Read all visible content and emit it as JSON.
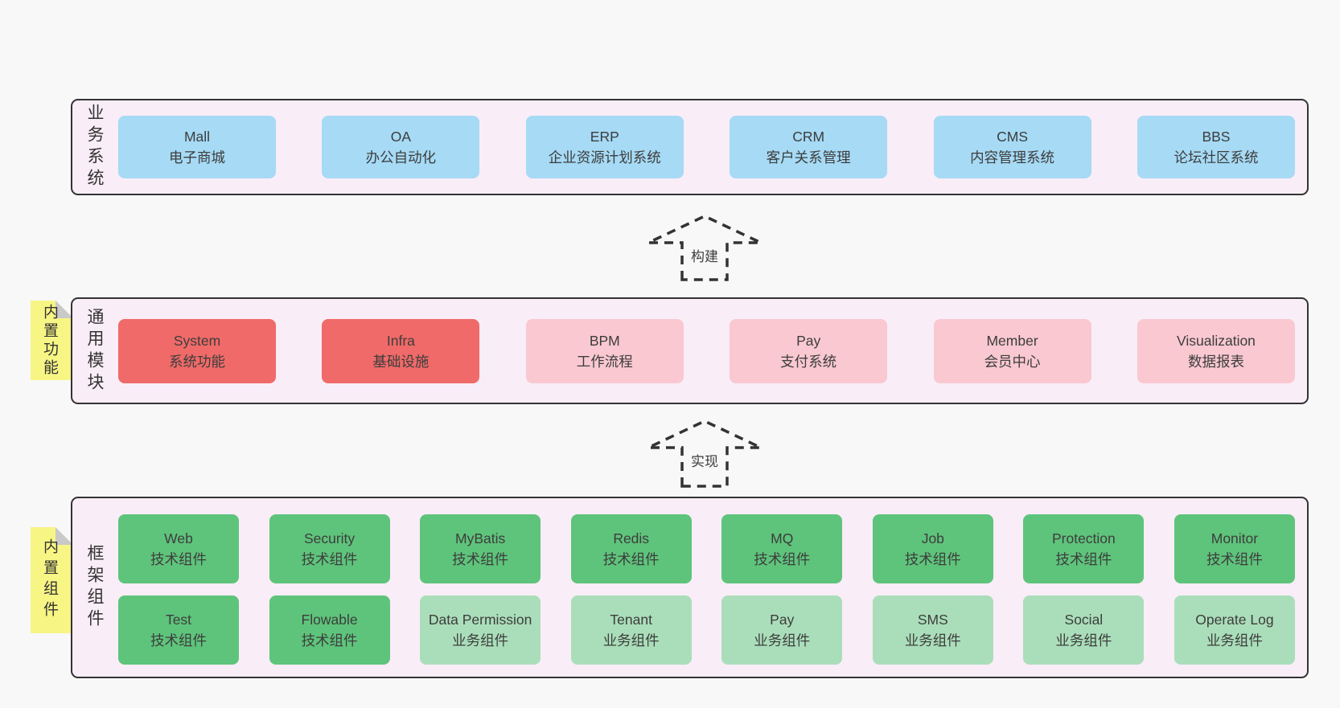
{
  "colors": {
    "page-bg": "#f8f8f8",
    "panel-bg": "#f9edf7",
    "panel-border": "#333333",
    "box-blue": "#a6daf5",
    "box-red": "#ef6a68",
    "box-pink": "#f9c8d1",
    "box-green-dark": "#5ec47b",
    "box-green-light": "#aadeba",
    "sticky-yellow": "#f7f584",
    "sticky-fold": "#c9c9c9",
    "text": "#3d3d3d"
  },
  "arrows": [
    {
      "label": "构建"
    },
    {
      "label": "实现"
    }
  ],
  "sections": {
    "business": {
      "label": "业务系统",
      "boxes": [
        {
          "title": "Mall",
          "subtitle": "电子商城",
          "variant": "blue"
        },
        {
          "title": "OA",
          "subtitle": "办公自动化",
          "variant": "blue"
        },
        {
          "title": "ERP",
          "subtitle": "企业资源计划系统",
          "variant": "blue"
        },
        {
          "title": "CRM",
          "subtitle": "客户关系管理",
          "variant": "blue"
        },
        {
          "title": "CMS",
          "subtitle": "内容管理系统",
          "variant": "blue"
        },
        {
          "title": "BBS",
          "subtitle": "论坛社区系统",
          "variant": "blue"
        }
      ]
    },
    "modules": {
      "label": "通用模块",
      "tab": "内置功能",
      "boxes": [
        {
          "title": "System",
          "subtitle": "系统功能",
          "variant": "red"
        },
        {
          "title": "Infra",
          "subtitle": "基础设施",
          "variant": "red"
        },
        {
          "title": "BPM",
          "subtitle": "工作流程",
          "variant": "pink"
        },
        {
          "title": "Pay",
          "subtitle": "支付系统",
          "variant": "pink"
        },
        {
          "title": "Member",
          "subtitle": "会员中心",
          "variant": "pink"
        },
        {
          "title": "Visualization",
          "subtitle": "数据报表",
          "variant": "pink"
        }
      ]
    },
    "components": {
      "label": "框架组件",
      "tab": "内置组件",
      "rows": [
        [
          {
            "title": "Web",
            "subtitle": "技术组件",
            "variant": "green-dark"
          },
          {
            "title": "Security",
            "subtitle": "技术组件",
            "variant": "green-dark"
          },
          {
            "title": "MyBatis",
            "subtitle": "技术组件",
            "variant": "green-dark"
          },
          {
            "title": "Redis",
            "subtitle": "技术组件",
            "variant": "green-dark"
          },
          {
            "title": "MQ",
            "subtitle": "技术组件",
            "variant": "green-dark"
          },
          {
            "title": "Job",
            "subtitle": "技术组件",
            "variant": "green-dark"
          },
          {
            "title": "Protection",
            "subtitle": "技术组件",
            "variant": "green-dark"
          },
          {
            "title": "Monitor",
            "subtitle": "技术组件",
            "variant": "green-dark"
          }
        ],
        [
          {
            "title": "Test",
            "subtitle": "技术组件",
            "variant": "green-dark"
          },
          {
            "title": "Flowable",
            "subtitle": "技术组件",
            "variant": "green-dark"
          },
          {
            "title": "Data Permission",
            "subtitle": "业务组件",
            "variant": "green-light"
          },
          {
            "title": "Tenant",
            "subtitle": "业务组件",
            "variant": "green-light"
          },
          {
            "title": "Pay",
            "subtitle": "业务组件",
            "variant": "green-light"
          },
          {
            "title": "SMS",
            "subtitle": "业务组件",
            "variant": "green-light"
          },
          {
            "title": "Social",
            "subtitle": "业务组件",
            "variant": "green-light"
          },
          {
            "title": "Operate Log",
            "subtitle": "业务组件",
            "variant": "green-light"
          }
        ]
      ]
    }
  }
}
